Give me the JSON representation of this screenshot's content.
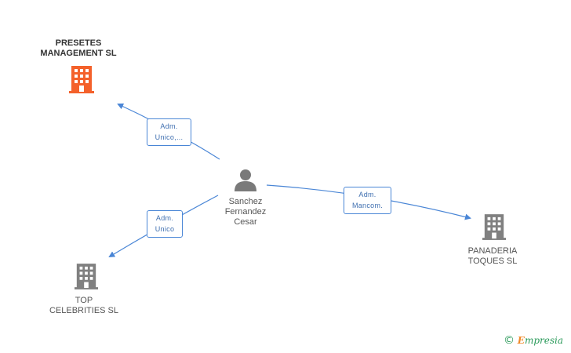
{
  "colors": {
    "edge": "#4a86d6",
    "company_icon": "#808080",
    "highlight_company_icon": "#f4612b",
    "person_icon": "#7a7a7a"
  },
  "nodes": {
    "presetes": {
      "lines": [
        "PRESETES",
        "MANAGEMENT SL"
      ],
      "icon": "building-icon",
      "highlight": true
    },
    "person": {
      "lines": [
        "Sanchez",
        "Fernandez",
        "Cesar"
      ],
      "icon": "person-icon"
    },
    "panaderia": {
      "lines": [
        "PANADERIA",
        "TOQUES SL"
      ],
      "icon": "building-icon"
    },
    "top": {
      "lines": [
        "TOP",
        "CELEBRITIES SL"
      ],
      "icon": "building-icon"
    }
  },
  "edges": {
    "to_presetes": {
      "lines": [
        "Adm.",
        "Unico,..."
      ]
    },
    "to_panaderia": {
      "lines": [
        "Adm.",
        "Mancom."
      ]
    },
    "to_top": {
      "lines": [
        "Adm.",
        "Unico"
      ]
    }
  },
  "watermark": {
    "copyright": "©",
    "brand_initial": "E",
    "brand_rest": "mpresia"
  }
}
